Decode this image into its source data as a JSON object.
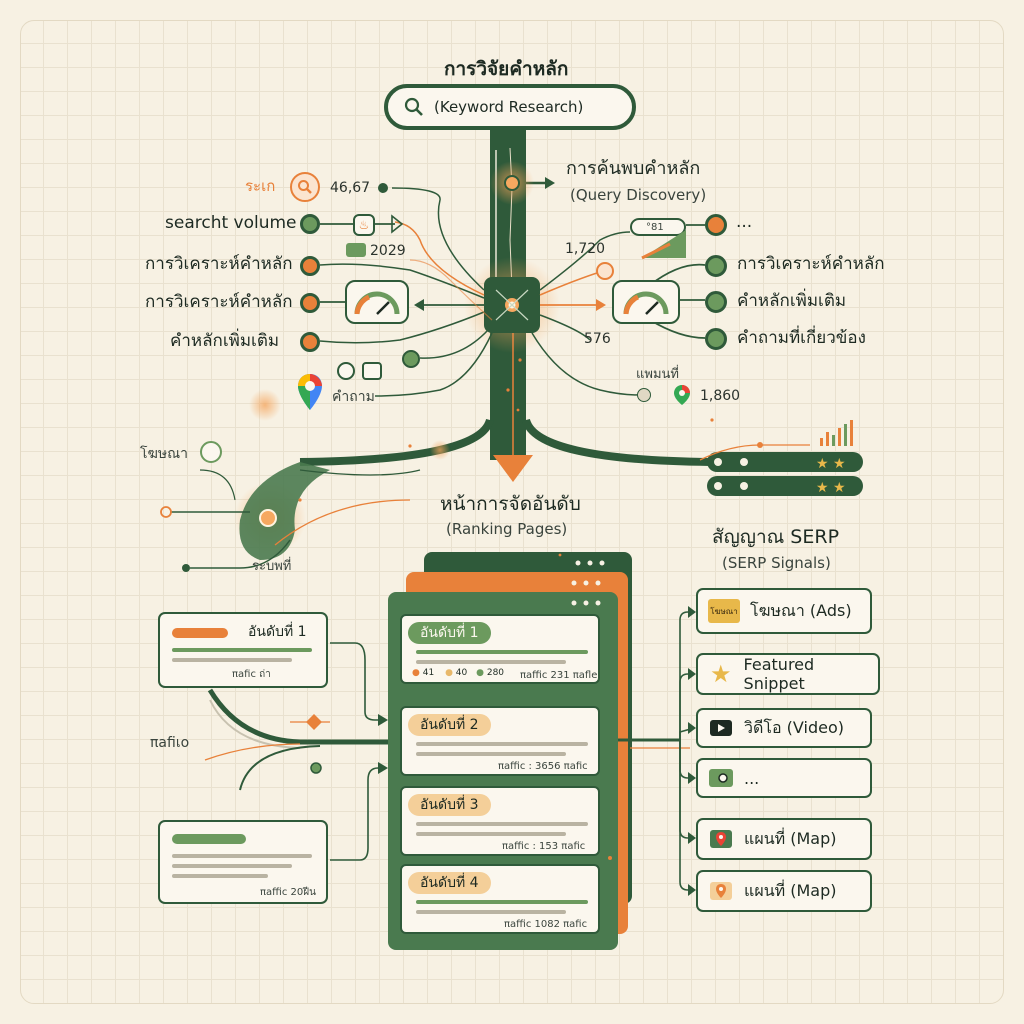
{
  "header": {
    "title": "การวิจัยคำหลัก",
    "search_text": "(Keyword Research)"
  },
  "query_discovery": {
    "title": "การค้นพบคำหลัก",
    "subtitle": "(Query Discovery)"
  },
  "left_branch": {
    "search_label": "ระเก",
    "search_value": "46,67",
    "volume_label": "searcht volume",
    "volume_value": "2029",
    "item_analysis_1": "การวิเคราะห์คำหลัก",
    "item_analysis_2": "การวิเคราะห์คำหลัก",
    "item_additional": "คำหลักเพิ่มเติม",
    "question_label": "คำถาม",
    "ads_label": "โฆษณา",
    "map_label": "ระบพที่"
  },
  "right_branch": {
    "value_top": "1,720",
    "value_tiny": "°81",
    "ellipsis": "...",
    "item_analysis": "การวิเคราะห์คำหลัก",
    "item_additional": "คำหลักเพิ่มเติม",
    "item_related": "คำถามที่เกี่ยวข้อง",
    "value_gauge": "576",
    "map_label": "แพมนที่",
    "map_value": "1,860"
  },
  "ranking": {
    "title": "หน้าการจัดอันดับ",
    "subtitle": "(Ranking Pages)",
    "left_card_1_label": "อันดับที่ 1",
    "left_card_1_traffic": "πafic ถ่า",
    "left_traffic_label": "πafiเo",
    "left_card_2_traffic": "πaffic 20ฝีน",
    "ranks": [
      {
        "label": "อันดับที่ 1",
        "traffic": "πaffic 231 πafle",
        "v1": "41",
        "v2": "40",
        "v3": "280"
      },
      {
        "label": "อันดับที่ 2",
        "traffic": "πaffic : 3656 πafic"
      },
      {
        "label": "อันดับที่ 3",
        "traffic": "πaffic : 153 πafic"
      },
      {
        "label": "อันดับที่ 4",
        "traffic": "πaffic 1082 πafic"
      }
    ]
  },
  "serp": {
    "title": "สัญญาณ SERP",
    "subtitle": "(SERP Signals)",
    "signals": [
      {
        "label": "โฆษณา (Ads)",
        "badge": "โฆษณา",
        "icon": "ad-badge-icon"
      },
      {
        "label": "Featured Snippet",
        "icon": "star-icon"
      },
      {
        "label": "วิดีโอ (Video)",
        "icon": "video-icon"
      },
      {
        "label": "...",
        "icon": "image-icon"
      },
      {
        "label": "แผนที่ (Map)",
        "icon": "map-icon"
      },
      {
        "label": "แผนที่ (Map)",
        "icon": "map-pin-icon"
      }
    ]
  },
  "colors": {
    "green": "#2f5a3a",
    "orange": "#e8813a",
    "cream": "#f7f1e3",
    "light_green": "#6c9a5e"
  }
}
